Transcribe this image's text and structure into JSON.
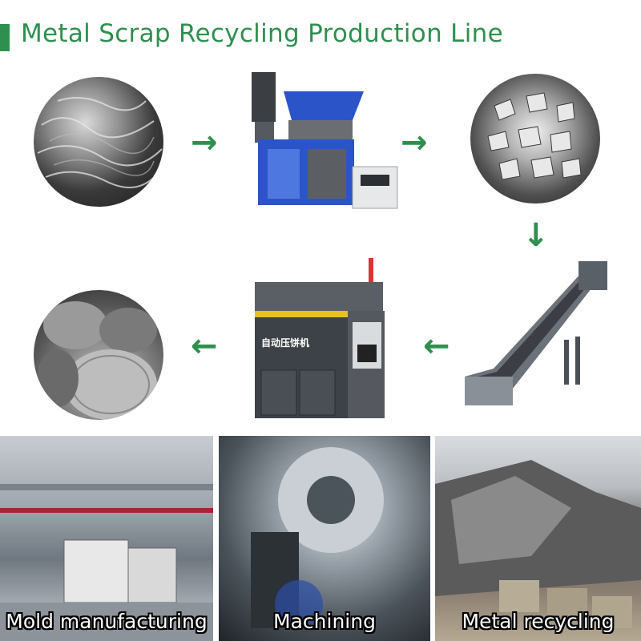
{
  "title": "Metal Scrap Recycling Production Line",
  "machine_label": "自动压饼机",
  "photos": [
    {
      "caption": "Mold manufacturing"
    },
    {
      "caption": "Machining"
    },
    {
      "caption": "Metal recycling"
    }
  ],
  "colors": {
    "accent": "#2f8f4e",
    "shredder_blue": "#2b54c9",
    "press_gray": "#4a4f55",
    "conveyor_gray": "#8a9098"
  },
  "icons": [
    "arrow-right-icon",
    "arrow-down-icon",
    "arrow-left-icon"
  ]
}
